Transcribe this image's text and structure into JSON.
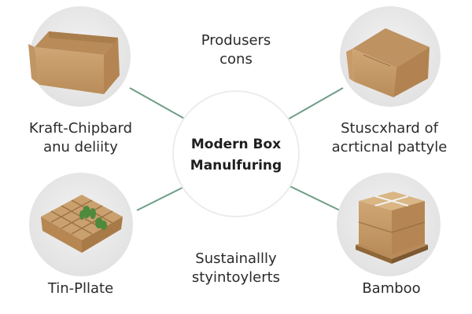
{
  "center": {
    "lines": [
      "Modern Box",
      "Manulfuring"
    ]
  },
  "labels": {
    "top_center": [
      "Produsers",
      "cons"
    ],
    "left_upper": [
      "Kraft-Chipbard",
      "anu deliity"
    ],
    "right_upper": [
      "Stuscxhard of",
      "acrticnal pattyle"
    ],
    "left_lower": [
      "Tin-Pllate"
    ],
    "bottom_center": [
      "Sustainallly",
      "styintoylerts"
    ],
    "right_lower": [
      "Bamboo"
    ]
  },
  "colors": {
    "connector": "#6e9e86",
    "circle_bg": "#e9e9e9",
    "center_bg": "#ffffff",
    "cardboard": "#c9a06e",
    "cardboard_dark": "#a97d4c",
    "leaf": "#4f8a3c"
  },
  "nodes": {
    "top_left": {
      "icon": "open-cardboard-box-icon"
    },
    "top_right": {
      "icon": "open-cardboard-box-side-icon"
    },
    "bottom_left": {
      "icon": "plant-tray-icon"
    },
    "bottom_right": {
      "icon": "stacked-boxes-pallet-icon"
    }
  }
}
